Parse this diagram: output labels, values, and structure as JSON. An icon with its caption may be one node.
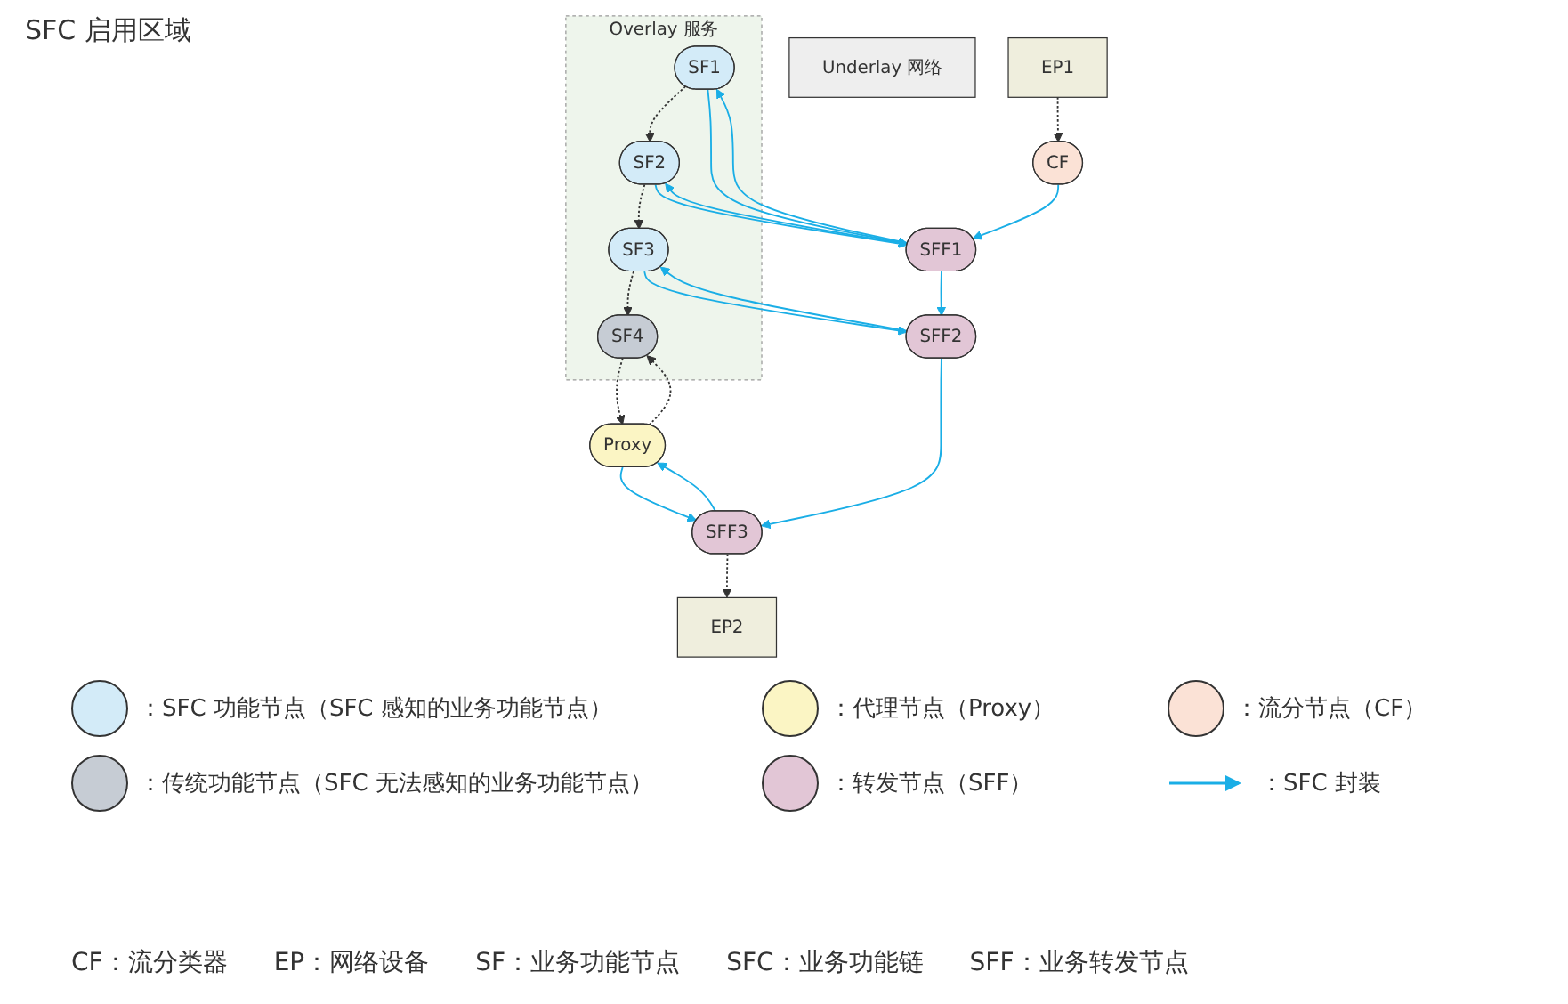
{
  "diagram": {
    "nodes": [
      {
        "text": [
          "Overlay 服务"
        ]
      },
      {
        "text": [
          "SF1"
        ],
        "in": 0
      },
      {
        "text": [
          "SF2"
        ],
        "in": 0
      },
      {
        "text": [
          "SF3"
        ],
        "in": 0
      },
      {
        "text": [
          "SF4"
        ],
        "in": 0
      },
      {
        "text": [
          "Proxy"
        ]
      },
      {
        "text": [
          "CF"
        ]
      },
      {
        "text": [
          "SFF1"
        ]
      },
      {
        "text": [
          "SFF2"
        ]
      },
      {
        "text": [
          "SFF3"
        ]
      },
      {
        "text": [
          "Underlay 网络"
        ]
      },
      {
        "text": [
          "EP1"
        ]
      },
      {
        "text": [
          "EP2"
        ]
      }
    ],
    "edges": [
      {
        "from": 1,
        "to": 2,
        "arrow": "to",
        "style": "dashed",
        "color": "#333333"
      },
      {
        "from": 2,
        "to": 3,
        "arrow": "to",
        "style": "dashed",
        "color": "#333333"
      },
      {
        "from": 3,
        "to": 4,
        "arrow": "to",
        "style": "dashed",
        "color": "#333333"
      },
      {
        "from": 5,
        "to": 4,
        "arrow": "to",
        "style": "dashed",
        "color": "#333333"
      },
      {
        "from": 4,
        "to": 5,
        "arrow": "to",
        "style": "dashed",
        "color": "#333333"
      },
      {
        "from": 7,
        "to": 1,
        "arrow": "to"
      },
      {
        "from": 1,
        "to": 7,
        "arrow": "to"
      },
      {
        "from": 7,
        "to": 2,
        "arrow": "to"
      },
      {
        "from": 2,
        "to": 7,
        "arrow": "to"
      },
      {
        "from": 3,
        "to": 8,
        "arrow": "to"
      },
      {
        "from": 8,
        "to": 3,
        "arrow": "to"
      },
      {
        "from": 9,
        "to": 5,
        "arrow": "to"
      },
      {
        "from": 5,
        "to": 9,
        "arrow": "to"
      },
      {
        "from": 6,
        "to": 7,
        "arrow": "to"
      },
      {
        "from": 7,
        "to": 8,
        "arrow": "to"
      },
      {
        "from": 8,
        "to": 9,
        "arrow": "to"
      },
      {
        "from": 11,
        "to": 6,
        "arrow": "to",
        "style": "dashed",
        "color": "#333333"
      },
      {
        "from": 9,
        "to": 12,
        "arrow": "to",
        "style": "dashed",
        "color": "#333333"
      }
    ],
    "labels": [
      "SFC 启用区域",
      "CF：流分类器",
      "EP：网络设备",
      "SF：业务功能节点",
      "SFC：业务功能链",
      "SFF：业务转发节点"
    ],
    "legend": [
      {
        "text": "：SFC 功能节点（SFC 感知的业务功能节点）",
        "color": "#d3ebf8"
      },
      {
        "text": "：传统功能节点（SFC 无法感知的业务功能节点）",
        "color": "#c6ccd4"
      },
      {
        "text": "：代理节点（Proxy）",
        "color": "#fbf5c4"
      },
      {
        "text": "：转发节点（SFF）",
        "color": "#e2c6d6"
      },
      {
        "text": "：流分节点（CF）",
        "color": "#fbe2d6"
      },
      {
        "text": "：SFC 封装"
      }
    ]
  }
}
